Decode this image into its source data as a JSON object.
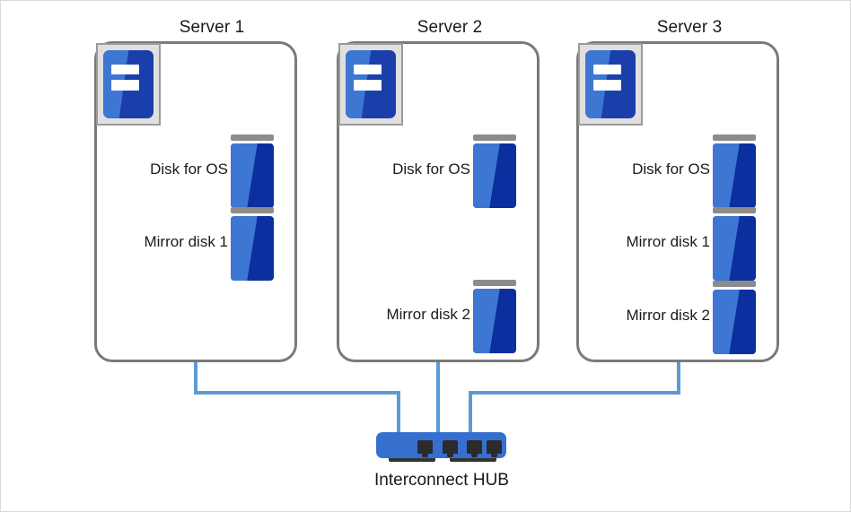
{
  "diagram": {
    "servers": [
      {
        "title": "Server 1",
        "disks": [
          {
            "label": "Disk for OS"
          },
          {
            "label": "Mirror disk 1"
          }
        ]
      },
      {
        "title": "Server 2",
        "disks": [
          {
            "label": "Disk for OS"
          },
          {
            "label": "Mirror disk 2"
          }
        ]
      },
      {
        "title": "Server 3",
        "disks": [
          {
            "label": "Disk for OS"
          },
          {
            "label": "Mirror disk 1"
          },
          {
            "label": "Mirror disk 2"
          }
        ]
      }
    ],
    "hub": {
      "caption": "Interconnect HUB",
      "port_count": 4
    },
    "colors": {
      "disk_light": "#3e76d4",
      "disk_dark": "#0b2f9e",
      "disk_cap": "#8c8c8c",
      "chassis_border": "#7a7a7a",
      "wire": "#5b9bd5",
      "hub_body": "#3570cf",
      "hub_port": "#2b2b2b",
      "text": "#1a1a1a",
      "background": "#ffffff"
    }
  }
}
